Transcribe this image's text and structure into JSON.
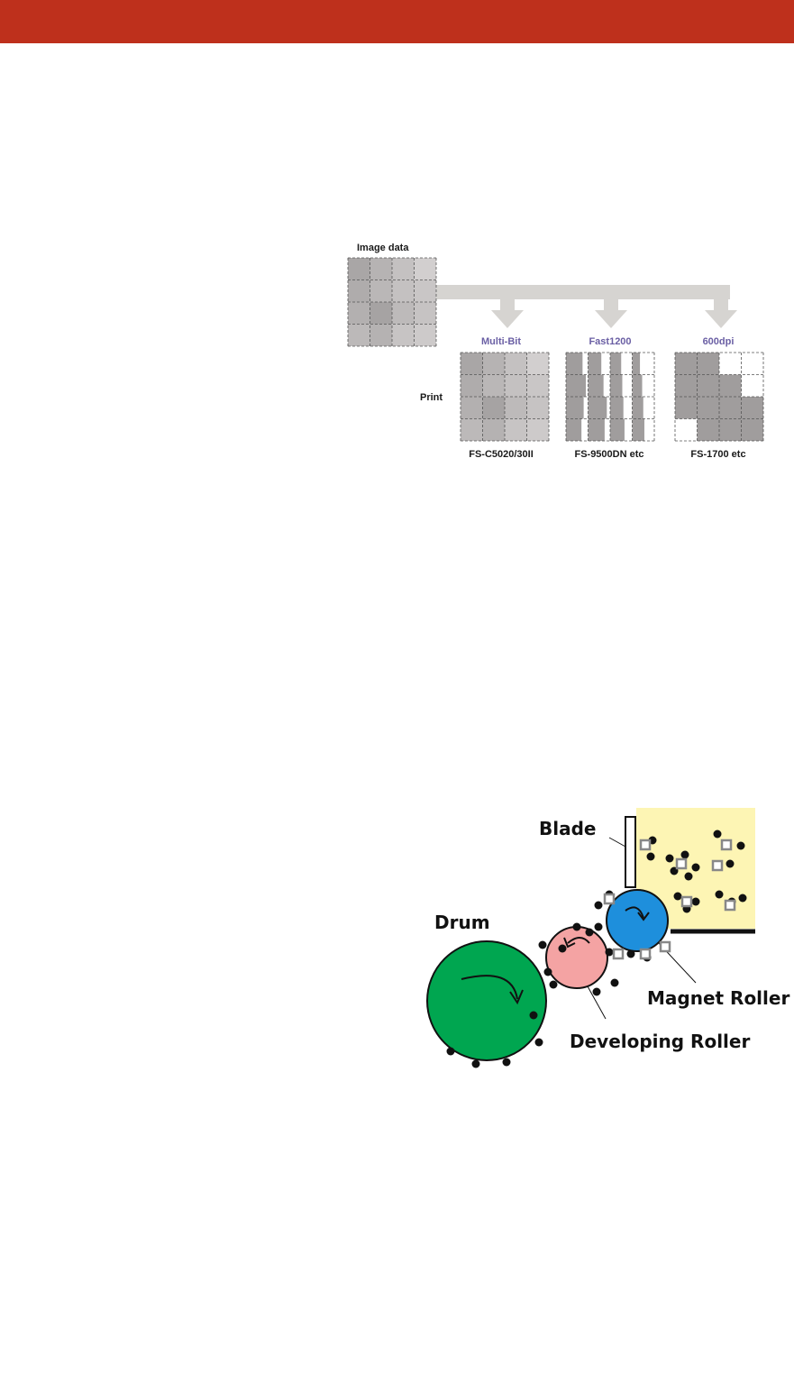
{
  "colors": {
    "header": "#be301c",
    "arrow": "#d6d4d1",
    "methodLabel": "#6a5fa4",
    "drum": "#00a650",
    "developingRoller": "#f4a3a3",
    "magnetRoller": "#1e8fdc",
    "tonerHopper": "#fdf5b4"
  },
  "dotDiagram": {
    "imageLabel": "Image data",
    "printLabel": "Print",
    "methods": [
      {
        "name": "Multi-Bit",
        "model": "FS-C5020/30II"
      },
      {
        "name": "Fast1200",
        "model": "FS-9500DN etc"
      },
      {
        "name": "600dpi",
        "model": "FS-1700 etc"
      }
    ],
    "imageGrid": [
      [
        "#a9a6a6",
        "#b6b3b3",
        "#c4c1c1",
        "#d2cfcf"
      ],
      [
        "#afacac",
        "#bab7b7",
        "#c4c1c1",
        "#c9c6c6"
      ],
      [
        "#b3b0b0",
        "#a6a3a3",
        "#bdbaba",
        "#c6c3c3"
      ],
      [
        "#bcb9b9",
        "#b5b2b2",
        "#c7c4c4",
        "#cdcaca"
      ]
    ],
    "multiBitGrid": [
      [
        "#a9a6a6",
        "#b6b3b3",
        "#c4c1c1",
        "#d2cfcf"
      ],
      [
        "#afacac",
        "#bab7b7",
        "#c4c1c1",
        "#c9c6c6"
      ],
      [
        "#b3b0b0",
        "#a6a3a3",
        "#bdbaba",
        "#c6c3c3"
      ],
      [
        "#bcb9b9",
        "#b5b2b2",
        "#c7c4c4",
        "#cdcaca"
      ]
    ],
    "fast1200Fill": [
      [
        0.75,
        0.6,
        0.5,
        0.35
      ],
      [
        0.9,
        0.7,
        0.55,
        0.45
      ],
      [
        0.8,
        0.85,
        0.6,
        0.5
      ],
      [
        0.7,
        0.75,
        0.65,
        0.55
      ]
    ],
    "dpi600Grid": [
      [
        1,
        1,
        0,
        0
      ],
      [
        1,
        1,
        1,
        0
      ],
      [
        1,
        1,
        1,
        1
      ],
      [
        0,
        1,
        1,
        1
      ]
    ]
  },
  "developingDiagram": {
    "blade": "Blade",
    "drum": "Drum",
    "magnetRoller": "Magnet Roller",
    "developingRoller": "Developing Roller"
  }
}
